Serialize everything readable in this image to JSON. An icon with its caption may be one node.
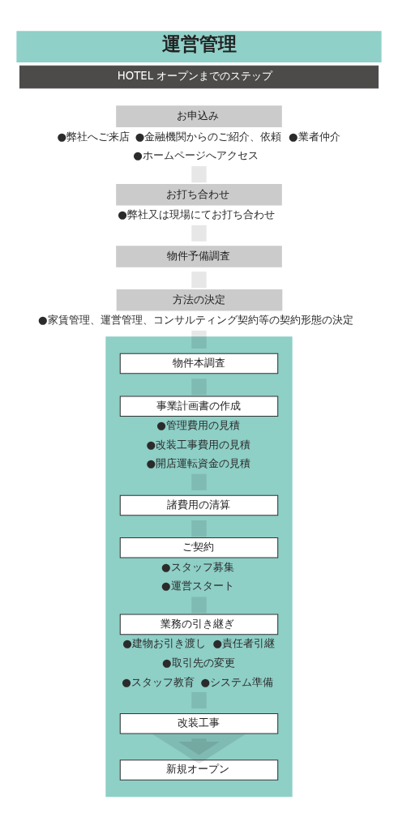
{
  "diagram": {
    "title": "運営管理",
    "nodes": [
      {
        "text": [
          "HOTEL オープンまでのステップ"
        ]
      },
      {
        "text": [
          "お申込み"
        ],
        "beside": [
          "●弊社へご来店",
          "●金融機関からのご紹介、依頼",
          "●業者仲介",
          "●ホームページへアクセス"
        ]
      },
      {
        "text": [
          "お打ち合わせ"
        ],
        "beside": [
          "●弊社又は現場にてお打ち合わせ"
        ]
      },
      {
        "text": [
          "物件予備調査"
        ]
      },
      {
        "text": [
          "方法の決定"
        ],
        "beside": [
          "●家賃管理、運営管理、コンサルティング契約等の契約形態の決定"
        ]
      },
      {
        "text": [],
        "shape": "box"
      },
      {
        "text": [
          "物件本調査"
        ],
        "in": 5
      },
      {
        "text": [
          "事業計画書の作成"
        ],
        "in": 5,
        "beside": [
          "●管理費用の見積",
          "●改装工事費用の見積",
          "●開店運転資金の見積"
        ]
      },
      {
        "text": [
          "諸費用の清算"
        ],
        "in": 5
      },
      {
        "text": [
          "ご契約"
        ],
        "in": 5,
        "beside": [
          "●スタッフ募集",
          "●運営スタート"
        ]
      },
      {
        "text": [
          "業務の引き継ぎ"
        ],
        "in": 5,
        "beside": [
          "●建物お引き渡し",
          "●責任者引継",
          "●取引先の変更",
          "●スタッフ教育",
          "●システム準備"
        ]
      },
      {
        "text": [
          "改装工事"
        ],
        "in": 5
      },
      {
        "text": [
          "新規オープン"
        ],
        "in": 5
      }
    ],
    "edges": [
      {
        "from": 1,
        "to": 2,
        "arrow": "none"
      },
      {
        "from": 2,
        "to": 3,
        "arrow": "none"
      },
      {
        "from": 3,
        "to": 4,
        "arrow": "none"
      },
      {
        "from": 4,
        "to": 6,
        "arrow": "none"
      },
      {
        "from": 6,
        "to": 7,
        "arrow": "none"
      },
      {
        "from": 7,
        "to": 8,
        "arrow": "none"
      },
      {
        "from": 8,
        "to": 9,
        "arrow": "none"
      },
      {
        "from": 9,
        "to": 10,
        "arrow": "none"
      },
      {
        "from": 10,
        "to": 11,
        "arrow": "none"
      },
      {
        "from": 11,
        "to": 12,
        "arrow": "to"
      }
    ]
  }
}
